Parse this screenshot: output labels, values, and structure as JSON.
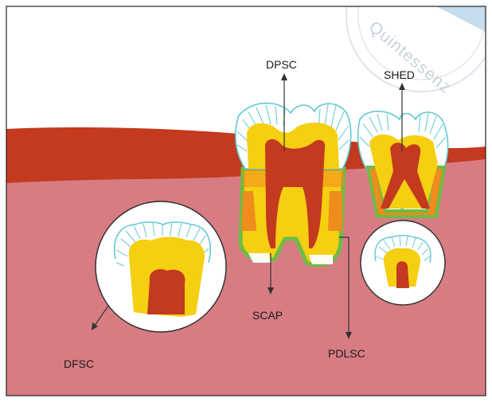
{
  "labels": {
    "dpsc": "DPSC",
    "shed": "SHED",
    "scap": "SCAP",
    "dfsc": "DFSC",
    "pdlsc": "PDLSC"
  },
  "watermark": {
    "text": "Quintessenz"
  },
  "colors": {
    "gum": "#c33a1f",
    "bone": "#d87c84",
    "enamel_outline": "#5fc8d3",
    "dentin": "#f5cf12",
    "pulp": "#c33a1f",
    "follicle_green": "#6cbc45",
    "apex_orange": "#ee8c1e",
    "arrow": "#333333",
    "frame": "#222222"
  }
}
